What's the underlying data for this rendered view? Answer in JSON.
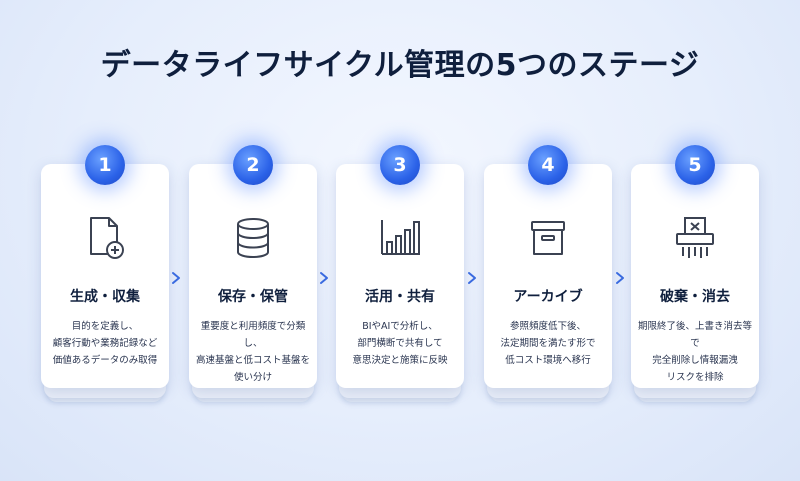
{
  "title": "データライフサイクル管理の5つのステージ",
  "colors": {
    "accent": "#2b62e8",
    "text": "#0f1f3d",
    "icon": "#3b4252",
    "arrow": "#3a6be0"
  },
  "stages": [
    {
      "number": "1",
      "icon": "new-file-icon",
      "title": "生成・収集",
      "desc": [
        "目的を定義し、",
        "顧客行動や業務記録など",
        "価値あるデータのみ取得"
      ]
    },
    {
      "number": "2",
      "icon": "database-icon",
      "title": "保存・保管",
      "desc": [
        "重要度と利用頻度で分類し、",
        "高速基盤と低コスト基盤を",
        "使い分け"
      ]
    },
    {
      "number": "3",
      "icon": "bar-chart-icon",
      "title": "活用・共有",
      "desc": [
        "BIやAIで分析し、",
        "部門横断で共有して",
        "意思決定と施策に反映"
      ]
    },
    {
      "number": "4",
      "icon": "archive-box-icon",
      "title": "アーカイブ",
      "desc": [
        "参照頻度低下後、",
        "法定期間を満たす形で",
        "低コスト環境へ移行"
      ]
    },
    {
      "number": "5",
      "icon": "shredder-icon",
      "title": "破棄・消去",
      "desc": [
        "期限終了後、上書き消去等で",
        "完全削除し情報漏洩",
        "リスクを排除"
      ]
    }
  ]
}
